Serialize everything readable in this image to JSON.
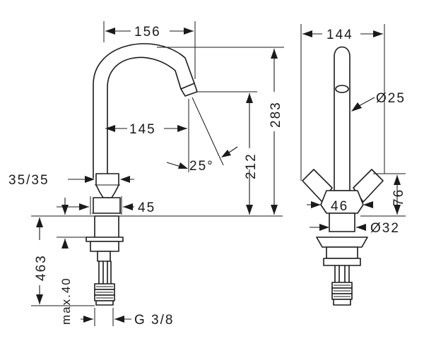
{
  "dimensions": {
    "spout_reach": "156",
    "spout_outlet_offset": "145",
    "spray_angle": "25°",
    "outlet_height": "212",
    "overall_height": "283",
    "handle_span": "144",
    "spout_diameter": "Ø25",
    "handle_size": "35/35",
    "base_width": "45",
    "handle_body_width": "46",
    "handle_height": "76",
    "base_diameter": "Ø32",
    "shank_length": "463",
    "max_deck_thickness": "max.40",
    "connection_thread": "G 3/8"
  }
}
